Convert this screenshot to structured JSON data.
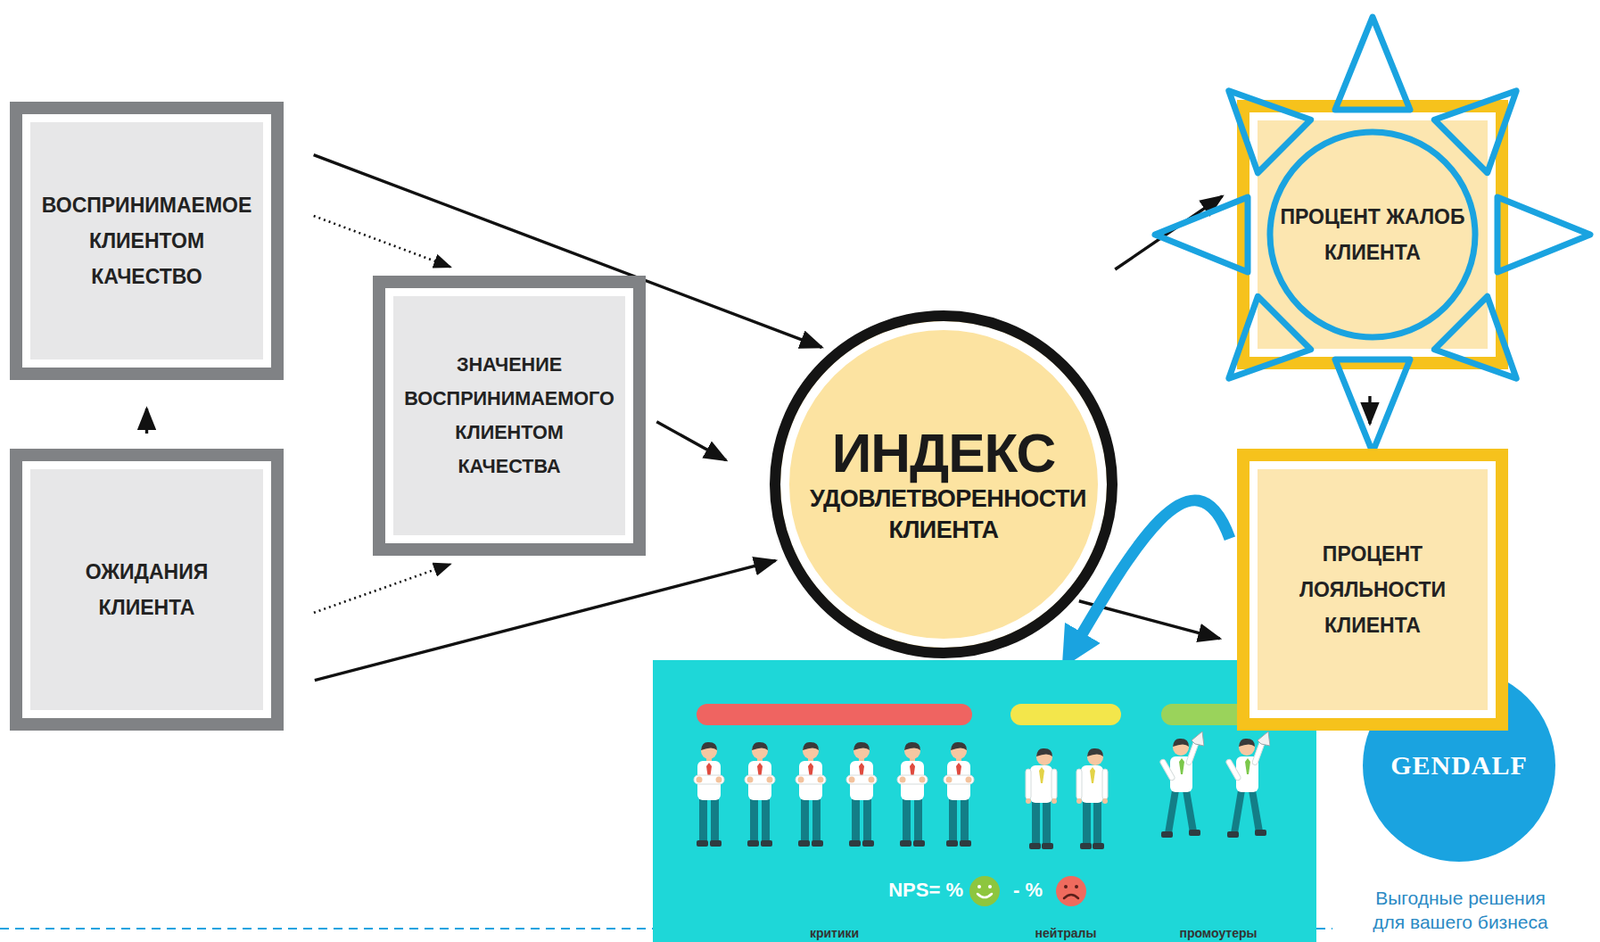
{
  "diagram": {
    "nodes": [
      {
        "text": [
          "ВОСПРИНИМАЕМОЕ КЛИЕНТОМ КАЧЕСТВО"
        ]
      },
      {
        "text": [
          "ОЖИДАНИЯ КЛИЕНТА"
        ]
      },
      {
        "text": [
          "ЗНАЧЕНИЕ ВОСПРИНИМАЕМОГО КЛИЕНТОМ КАЧЕСТВА"
        ]
      },
      {
        "text": [
          "ИНДЕКС",
          "УДОВЛЕТВОРЕННОСТИ КЛИЕНТА"
        ]
      },
      {
        "text": [
          "ПРОЦЕНТ ЖАЛОБ КЛИЕНТА"
        ]
      },
      {
        "text": [
          "ПРОЦЕНТ ЛОЯЛЬНОСТИ КЛИЕНТА"
        ]
      },
      {
        "text": [
          "NPS= %",
          "- %"
        ]
      },
      {
        "text": [
          "критики"
        ],
        "in": 6
      },
      {
        "text": [
          "нейтралы"
        ],
        "in": 6
      },
      {
        "text": [
          "промоутеры"
        ],
        "in": 6
      },
      {
        "text": [
          "GENDALF"
        ]
      }
    ],
    "edges": [
      {
        "from": 1,
        "to": 0,
        "arrow": "to"
      },
      {
        "from": 0,
        "to": 2,
        "arrow": "to"
      },
      {
        "from": 1,
        "to": 2,
        "arrow": "to"
      },
      {
        "from": 0,
        "to": 3,
        "arrow": "to"
      },
      {
        "from": 2,
        "to": 3,
        "arrow": "to"
      },
      {
        "from": 1,
        "to": 3,
        "arrow": "to"
      },
      {
        "from": 3,
        "to": 4,
        "arrow": "to"
      },
      {
        "from": 3,
        "to": 5,
        "arrow": "to"
      },
      {
        "from": 4,
        "to": 5,
        "arrow": "to"
      },
      {
        "from": 5,
        "to": 6,
        "arrow": "to"
      }
    ],
    "labels": [
      "Выгодные решения для вашего бизнеса"
    ]
  }
}
